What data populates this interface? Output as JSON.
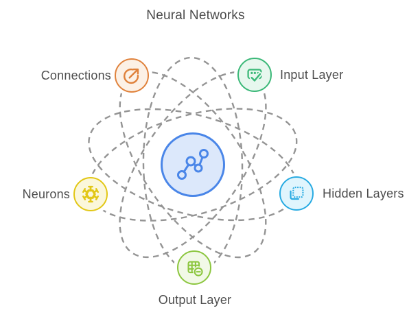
{
  "title": "Neural Networks",
  "text_color": "#4D4D4D",
  "diagram": {
    "type": "atom-orbit-diagram",
    "orbit": {
      "color": "#949494",
      "style": "dashed",
      "count": 5
    },
    "center": {
      "icon": "network-graph-icon",
      "border_color": "#4A86E8",
      "fill_color": "#DCE8FB"
    },
    "nodes": [
      {
        "label": "Connections",
        "position": "top-left",
        "icon": "circular-arrow-icon",
        "border_color": "#E0823C",
        "fill_color": "#FCF1E6"
      },
      {
        "label": "Input Layer",
        "position": "top-right",
        "icon": "message-check-icon",
        "border_color": "#3BB878",
        "fill_color": "#E7F7EE"
      },
      {
        "label": "Neurons",
        "position": "left",
        "icon": "neuron-snowflake-icon",
        "border_color": "#E2C716",
        "fill_color": "#FBF7DB"
      },
      {
        "label": "Hidden Layers",
        "position": "right",
        "icon": "stacked-layers-icon",
        "border_color": "#29ABE2",
        "fill_color": "#E0F5FD"
      },
      {
        "label": "Output Layer",
        "position": "bottom",
        "icon": "grid-minus-icon",
        "border_color": "#8CC63F",
        "fill_color": "#F2F9E7"
      }
    ]
  }
}
